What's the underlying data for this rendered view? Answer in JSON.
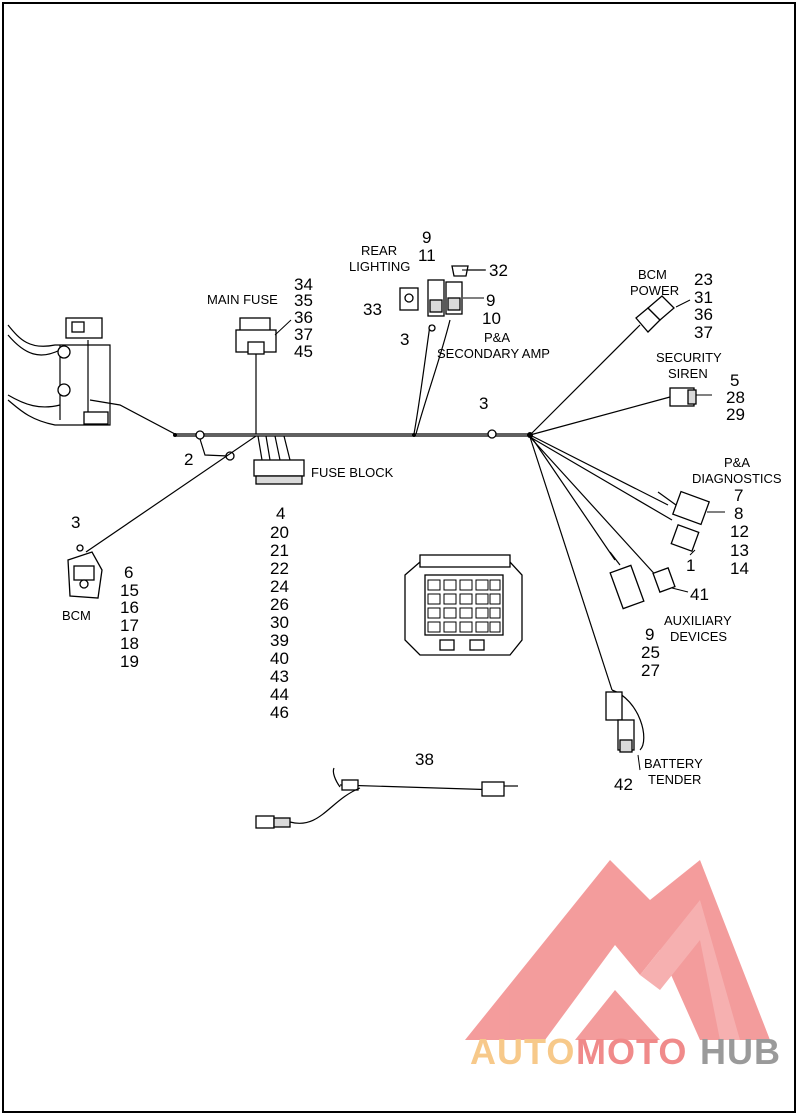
{
  "callouts": {
    "main_fuse": {
      "label": "MAIN FUSE",
      "numbers": [
        "34",
        "35",
        "36",
        "37",
        "45"
      ]
    },
    "rear_lighting": {
      "label_line1": "REAR",
      "label_line2": "LIGHTING",
      "numbers_top": [
        "9",
        "11"
      ],
      "num_33": "33",
      "num_3": "3"
    },
    "pa_amp": {
      "label_line1": "P&A",
      "label_line2": "SECONDARY AMP",
      "num_32": "32",
      "numbers": [
        "9",
        "10"
      ]
    },
    "bcm_power": {
      "label_line1": "BCM",
      "label_line2": "POWER",
      "numbers": [
        "23",
        "31",
        "36",
        "37"
      ]
    },
    "security_siren": {
      "label_line1": "SECURITY",
      "label_line2": "SIREN",
      "numbers": [
        "5",
        "28",
        "29"
      ]
    },
    "trunk_3": "3",
    "left_2": "2",
    "fuse_block": {
      "label": "FUSE BLOCK",
      "numbers": [
        "4",
        "20",
        "21",
        "22",
        "24",
        "26",
        "30",
        "39",
        "40",
        "43",
        "44",
        "46"
      ]
    },
    "bcm": {
      "label": "BCM",
      "num_3": "3",
      "numbers": [
        "6",
        "15",
        "16",
        "17",
        "18",
        "19"
      ]
    },
    "pa_diagnostics": {
      "label_line1": "P&A",
      "label_line2": "DIAGNOSTICS",
      "numbers": [
        "7",
        "8",
        "12",
        "13",
        "14"
      ],
      "num_1": "1"
    },
    "auxiliary_devices": {
      "label_line1": "AUXILIARY",
      "label_line2": "DEVICES",
      "num_41": "41",
      "numbers": [
        "9",
        "25",
        "27"
      ]
    },
    "battery_tender": {
      "label_line1": "BATTERY",
      "label_line2": "TENDER",
      "num_42": "42"
    },
    "jumper_38": "38"
  },
  "watermark": {
    "part1": "AUTO",
    "part2": "MOTO",
    "part3": "HUB",
    "colors": {
      "auto": "#f7c98a",
      "moto": "#f08a8a",
      "hub": "#9a9a9a",
      "logo": "#f08a8a"
    }
  }
}
